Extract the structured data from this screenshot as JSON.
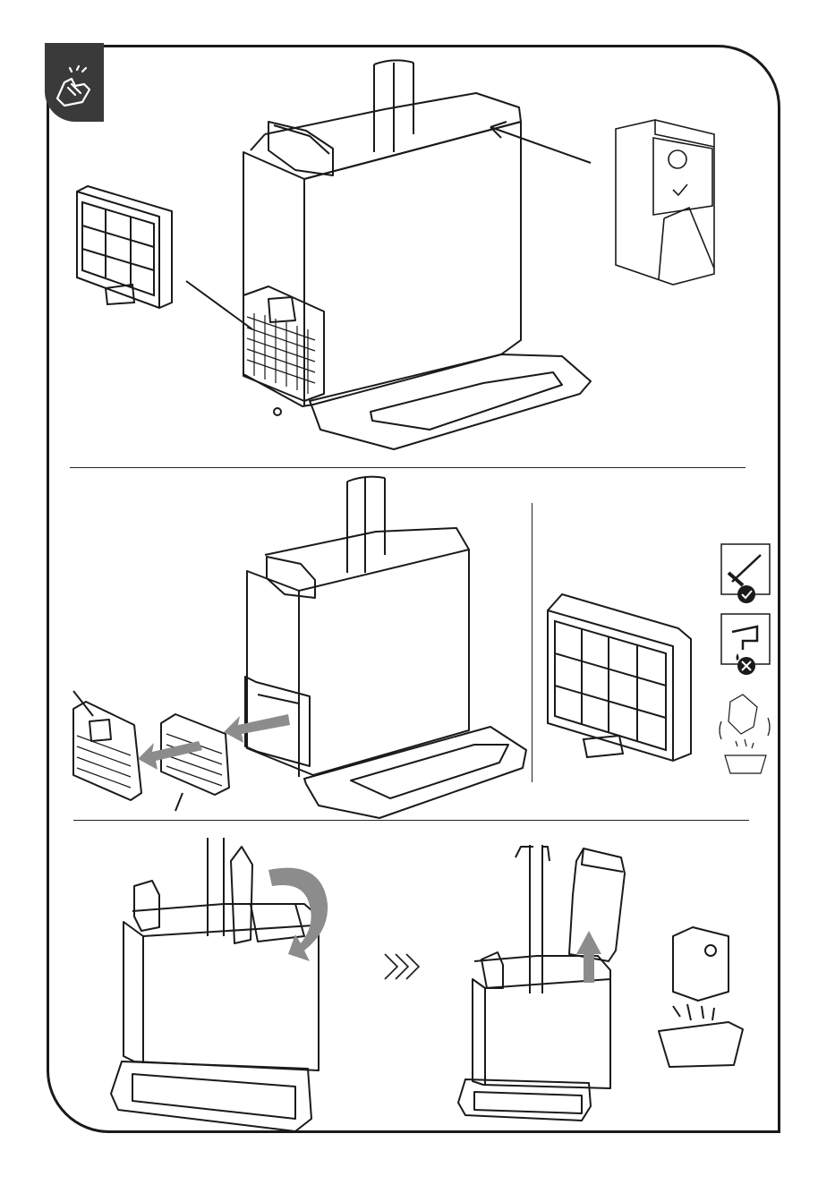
{
  "page": {
    "icon": "cleaning-cloth-icon",
    "colors": {
      "ink": "#1a1a1a",
      "tab": "#3a3a3a",
      "arrow": "#8c8c8c",
      "paper": "#ffffff"
    }
  },
  "panels": [
    {
      "name": "dust-bag-and-filter-location",
      "icons": [
        "filter-icon",
        "dust-bag-icon"
      ]
    },
    {
      "name": "filter-removal-and-cleaning",
      "icons": [
        "brush-ok-icon",
        "water-forbidden-icon",
        "tap-out-icon"
      ]
    },
    {
      "name": "dust-bag-replacement",
      "icons": [
        "rotate-arrow-icon",
        "next-step-chevrons-icon",
        "lift-arrow-icon",
        "empty-bag-icon"
      ]
    }
  ]
}
